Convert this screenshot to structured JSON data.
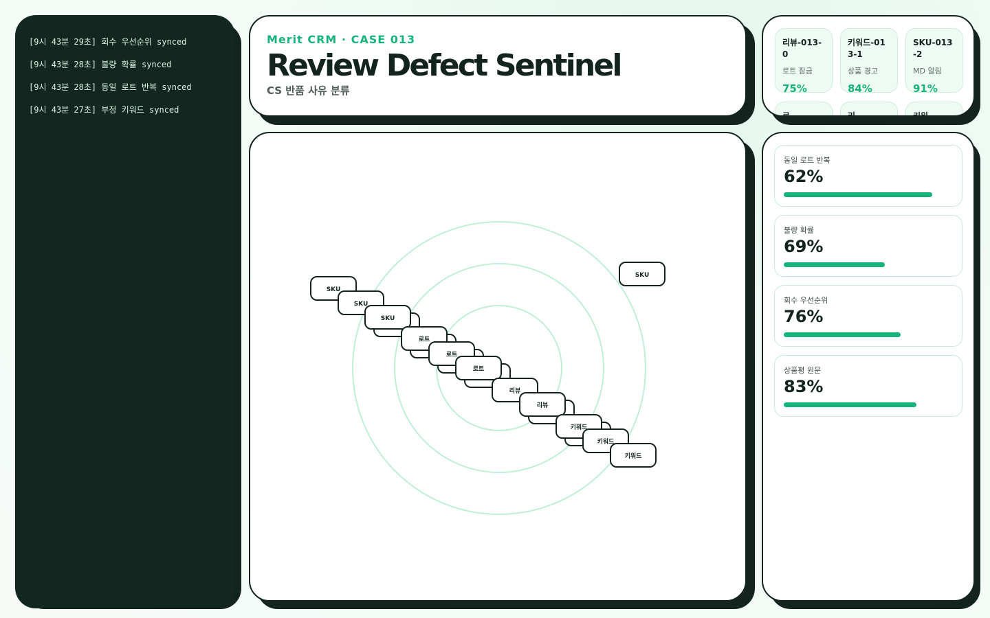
{
  "log": {
    "lines": [
      "[9시 43분 29초] 회수 우선순위 synced",
      "[9시 43분 28초] 불량 확률 synced",
      "[9시 43분 28초] 동일 로트 반복 synced",
      "[9시 43분 27초] 부정 키워드 synced"
    ]
  },
  "header": {
    "eyebrow": "Merit CRM · CASE 013",
    "title": "Review Defect Sentinel",
    "subtitle": "CS 반품 사유 분류"
  },
  "tiles": [
    {
      "title": "리뷰-013-0",
      "sub": "로트 잠금",
      "value": "75%"
    },
    {
      "title": "키워드-013-1",
      "sub": "상품 경고",
      "value": "84%"
    },
    {
      "title": "SKU-013-2",
      "sub": "MD 알림",
      "value": "91%"
    },
    {
      "title": "로",
      "sub": "",
      "value": ""
    },
    {
      "title": "리",
      "sub": "",
      "value": ""
    },
    {
      "title": "키워",
      "sub": "",
      "value": ""
    }
  ],
  "chart": {
    "nodes": [
      {
        "label": "SKU"
      },
      {
        "label": "SKU"
      },
      {
        "label": "SKU"
      },
      {
        "label": "로트"
      },
      {
        "label": "로트"
      },
      {
        "label": "로트"
      },
      {
        "label": "리뷰"
      },
      {
        "label": "리뷰"
      },
      {
        "label": "키워드"
      },
      {
        "label": "키워드"
      },
      {
        "label": "키워드"
      },
      {
        "label": "SKU"
      }
    ]
  },
  "metrics": [
    {
      "label": "동일 로트 반복",
      "value": "62%",
      "fill": 0.94
    },
    {
      "label": "불량 확률",
      "value": "69%",
      "fill": 0.64
    },
    {
      "label": "회수 우선순위",
      "value": "76%",
      "fill": 0.74
    },
    {
      "label": "상품평 원문",
      "value": "83%",
      "fill": 0.84
    }
  ],
  "colors": {
    "accent": "#16b37a",
    "dark": "#12241d",
    "ring": "#bff0d6"
  }
}
